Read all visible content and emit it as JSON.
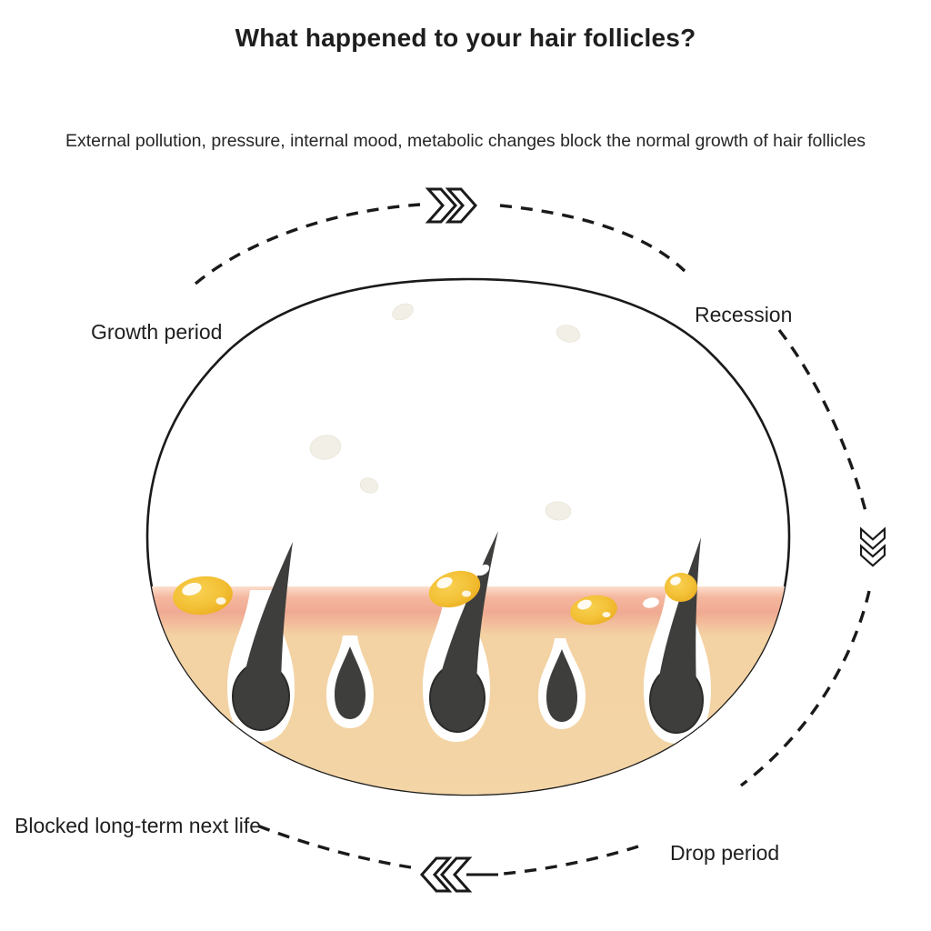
{
  "title": "What happened to your hair follicles?",
  "subtitle": "External pollution, pressure, internal mood, metabolic changes block the normal growth of hair follicles",
  "cycle": {
    "stages": [
      {
        "id": "growth",
        "label": "Growth period"
      },
      {
        "id": "recession",
        "label": "Recession"
      },
      {
        "id": "drop",
        "label": "Drop period"
      },
      {
        "id": "blocked",
        "label": "Blocked long-term next life"
      }
    ],
    "arrows": [
      {
        "icon": "double-chevron-right-icon",
        "direction": "right",
        "position": "top"
      },
      {
        "icon": "double-chevron-down-icon",
        "direction": "down",
        "position": "right"
      },
      {
        "icon": "double-chevron-left-icon",
        "direction": "left",
        "position": "bottom"
      }
    ]
  },
  "illustration": {
    "subject": "skin cross-section with hair follicles",
    "large_hairs": 3,
    "small_club_hairs": 2,
    "sebum_droplets": 4
  },
  "colors": {
    "background": "#ffffff",
    "text": "#222222",
    "line": "#1a1a1a",
    "skin_surface_pink": "#f1ab94",
    "skin_tan": "#f3d5a6",
    "follicle_white": "#ffffff",
    "hair_dark": "#3e3e3c",
    "sebum_yellow": "#f3c136"
  }
}
